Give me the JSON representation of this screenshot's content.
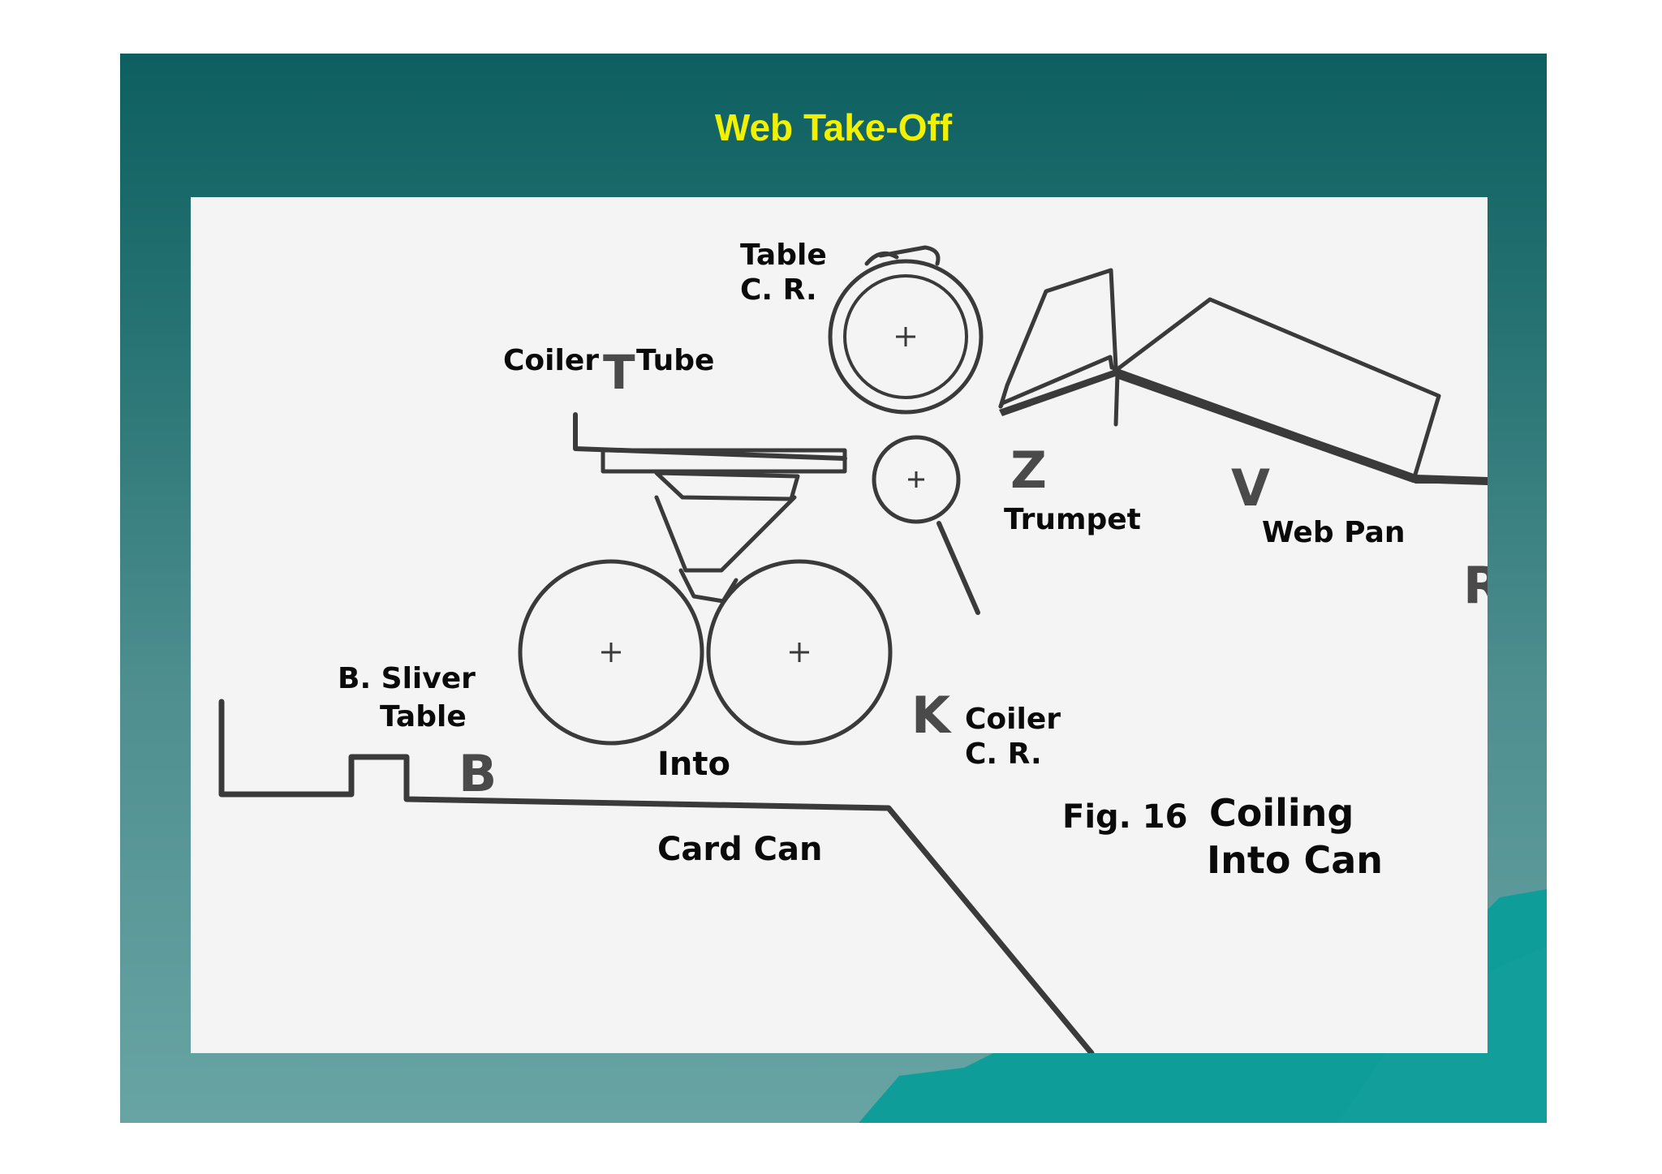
{
  "slide": {
    "title": "Web Take-Off"
  },
  "figure": {
    "letters": {
      "t": "T",
      "z": "Z",
      "v": "V",
      "r": "R",
      "k": "K",
      "b": "B"
    },
    "labels": {
      "table_cr_line1": "Table",
      "table_cr_line2": "C. R.",
      "coiler": "Coiler",
      "tube": "Tube",
      "trumpet": "Trumpet",
      "web_pan": "Web Pan",
      "sliver_table_line1": "B. Sliver",
      "sliver_table_line2": "Table",
      "coiler_cr_line1": "Coiler",
      "coiler_cr_line2": "C. R.",
      "into": "Into",
      "card_can": "Card Can",
      "fig_number": "Fig. 16",
      "fig_caption_line1": "Coiling",
      "fig_caption_line2": "Into Can"
    }
  },
  "colors": {
    "title": "#f2f200",
    "slide_bg_top": "#0d5f60",
    "slide_bg_bottom": "#68a4a4",
    "figure_bg": "#f4f4f4",
    "ink": "#3a3a3a"
  }
}
